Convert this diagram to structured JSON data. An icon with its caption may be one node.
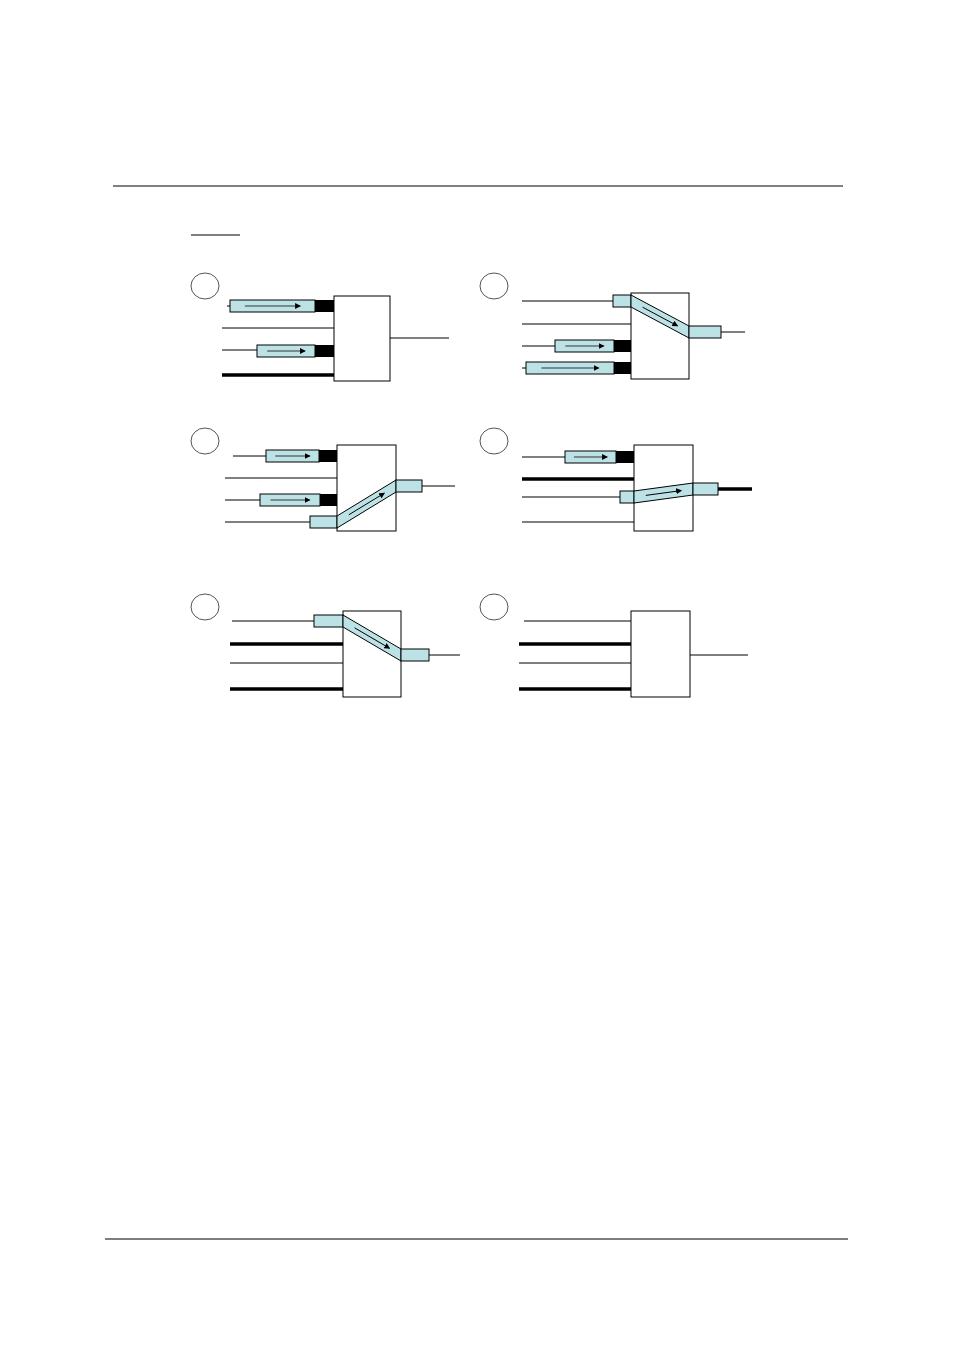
{
  "diagram": {
    "nodes": [
      {
        "text": [],
        "shape": "circle"
      },
      {
        "text": [],
        "shape": "box"
      },
      {
        "text": [],
        "shape": "circle"
      },
      {
        "text": [],
        "shape": "box"
      },
      {
        "text": [],
        "shape": "circle"
      },
      {
        "text": [],
        "shape": "box"
      },
      {
        "text": [],
        "shape": "circle"
      },
      {
        "text": [],
        "shape": "box"
      },
      {
        "text": [],
        "shape": "circle"
      },
      {
        "text": [],
        "shape": "box"
      },
      {
        "text": [],
        "shape": "circle"
      },
      {
        "text": [],
        "shape": "box"
      }
    ],
    "edges": [
      {
        "from": null,
        "to": 1,
        "arrow": "other"
      },
      {
        "from": null,
        "to": 1,
        "arrow": "none"
      },
      {
        "from": null,
        "to": 1,
        "arrow": "other"
      },
      {
        "from": null,
        "to": 1,
        "arrow": "none",
        "style": "thick"
      },
      {
        "from": 1,
        "to": null,
        "arrow": "none"
      },
      {
        "from": null,
        "to": 3,
        "arrow": "other"
      },
      {
        "from": null,
        "to": 3,
        "arrow": "none"
      },
      {
        "from": null,
        "to": 3,
        "arrow": "other"
      },
      {
        "from": null,
        "to": 3,
        "arrow": "other"
      },
      {
        "from": 3,
        "to": null,
        "arrow": "none"
      },
      {
        "from": null,
        "to": 5,
        "arrow": "other"
      },
      {
        "from": null,
        "to": 5,
        "arrow": "none"
      },
      {
        "from": null,
        "to": 5,
        "arrow": "other"
      },
      {
        "from": null,
        "to": 5,
        "arrow": "other"
      },
      {
        "from": 5,
        "to": null,
        "arrow": "other"
      },
      {
        "from": null,
        "to": 7,
        "arrow": "other"
      },
      {
        "from": null,
        "to": 7,
        "arrow": "none",
        "style": "thick"
      },
      {
        "from": null,
        "to": 7,
        "arrow": "other"
      },
      {
        "from": null,
        "to": 7,
        "arrow": "none"
      },
      {
        "from": 7,
        "to": null,
        "arrow": "other",
        "style": "thick"
      },
      {
        "from": null,
        "to": 9,
        "arrow": "other"
      },
      {
        "from": null,
        "to": 9,
        "arrow": "none",
        "style": "thick"
      },
      {
        "from": null,
        "to": 9,
        "arrow": "none"
      },
      {
        "from": null,
        "to": 9,
        "arrow": "none",
        "style": "thick"
      },
      {
        "from": 9,
        "to": null,
        "arrow": "other"
      },
      {
        "from": null,
        "to": 11,
        "arrow": "none"
      },
      {
        "from": null,
        "to": 11,
        "arrow": "none",
        "style": "thick"
      },
      {
        "from": null,
        "to": 11,
        "arrow": "none"
      },
      {
        "from": null,
        "to": 11,
        "arrow": "none",
        "style": "thick"
      },
      {
        "from": 11,
        "to": null,
        "arrow": "none"
      }
    ]
  }
}
